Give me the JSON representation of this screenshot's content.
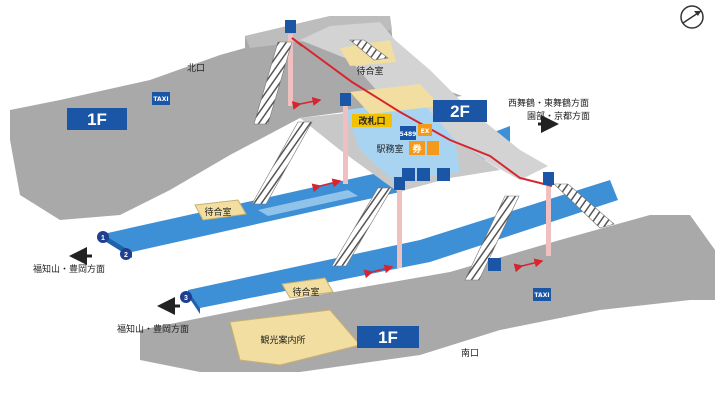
{
  "floors": {
    "upper": "2F",
    "lower_left": "1F",
    "lower_right": "1F"
  },
  "exits": {
    "north": "北口",
    "south": "南口"
  },
  "rooms": {
    "waiting_2f": "待合室",
    "ticket_gate": "改札口",
    "station_office": "駅務室",
    "waiting_platform_1": "待合室",
    "waiting_platform_2": "待合室",
    "tourist_info": "観光案内所"
  },
  "platform_numbers": [
    "1",
    "2",
    "3"
  ],
  "directions": {
    "east": "西舞鶴・東舞鶴方面",
    "east2": "園部・京都方面",
    "west_1": "福知山・豊岡方面",
    "west_2": "福知山・豊岡方面"
  },
  "icons": {
    "taxi_north": "TAXI",
    "taxi_south": "TAXI",
    "ticket_machine": "券",
    "ex_label": "EX",
    "jr_ticket_office": "5489"
  },
  "colors": {
    "floor_navy": "#1a55a6",
    "platform_blue": "#3d8fd6",
    "platform_light": "#8fc3ea",
    "ground_gray": "#a9a9a9",
    "concourse_gray": "#c8c8c8",
    "waiting_yellow": "#f2dea0",
    "route_red": "#d8242f"
  }
}
